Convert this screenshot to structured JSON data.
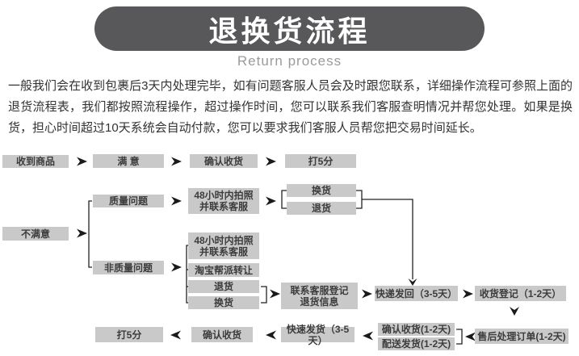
{
  "header": {
    "title": "退换货流程",
    "subtitle": "Return process"
  },
  "intro": "一般我们会在收到包裹后3天内处理完毕，如有问题客服人员会及时跟您联系，详细操作流程可参照上面的退货流程表，我们都按照流程操作，超过操作时间，您可以联系我们客服查明情况并帮您处理。如果是换货，担心时间超过10天系统会自动付款，您可以要求我们客服人员帮您把交易时间延长。",
  "colors": {
    "header_bg": "#58585a",
    "node_bg": "#c9c9c9",
    "node_text": "#3c3c3c",
    "line": "#222222",
    "subtitle_text": "#9b9b9b"
  },
  "flow": {
    "receive": "收到商品",
    "satisfied": "满 意",
    "confirm1": "确认收货",
    "rate1": "打5分",
    "quality": "质量问题",
    "photo48_a": "48小时内拍照\n并联系客服",
    "exchange_a": "换货",
    "return_a": "退货",
    "unsatisfied": "不满意",
    "nonquality": "非质量问题",
    "photo48_b": "48小时内拍照\n并联系客服",
    "taobao": "淘宝帮派转让",
    "return_b": "退货",
    "exchange_b": "换货",
    "register": "联系客服登记\n退货信息",
    "express_back": "快递发回（3-5天）",
    "receipt_reg": "收货登记（1-2天）",
    "aftersale": "售后处理订单(1-2天)",
    "confirm_12": "确认收货(1-2天)",
    "dispatch_12": "配送发货(1-2天)",
    "fast_ship": "快速发货（3-5天）",
    "confirm2": "确认收货",
    "rate2": "打5分"
  }
}
